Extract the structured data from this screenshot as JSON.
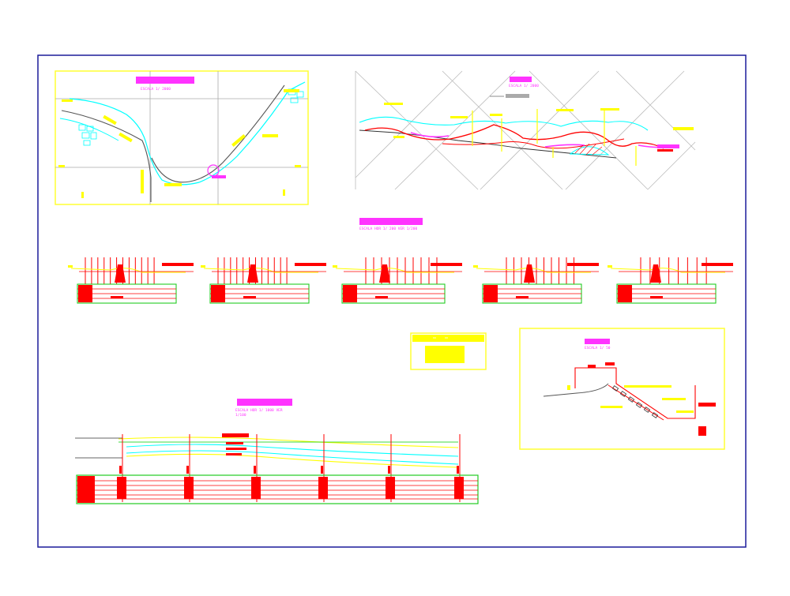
{
  "colors": {
    "background": "#ffffff",
    "border": "#1b1b9a",
    "frame": "#ffff33",
    "title_block": "#ff33ff",
    "profile": "#ff0000",
    "terrain": "#00ffff",
    "grid": "#9a9a9a",
    "band": "#22cc22",
    "yellow": "#ffff00",
    "dark": "#333333"
  },
  "labels": {
    "location_scale": "ESCALA 1/ 2000",
    "plan_scale": "ESCALA 1/ 2000",
    "sections_scale": "ESCALA  HOR 1/ 200   VER 1/200",
    "long_scale": "ESCALA  HOR 1/ 1000   VER",
    "long_scale_2": "1/100",
    "detail_scale": "ESCALA  1/ 50"
  }
}
